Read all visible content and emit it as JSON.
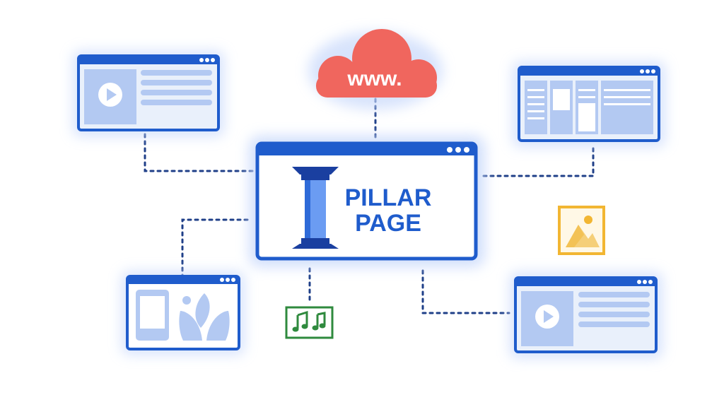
{
  "cloud": {
    "text": "www.",
    "color": "#f0665e"
  },
  "pillar": {
    "line1": "PILLAR",
    "line2": "PAGE"
  },
  "colors": {
    "frame": "#1f5ccc",
    "panel": "#e9f0fb",
    "block": "#b3c9f2",
    "glow": "#c7d8fb",
    "connector": "#1f3f88",
    "pillarDark": "#1a3fa0",
    "pillarMid": "#2e6ad8",
    "pillarLight": "#6b9cf2",
    "music": "#2f8a3e",
    "imageIcon": "#f2b632"
  },
  "windows": [
    {
      "name": "window-video-top-left",
      "type": "video"
    },
    {
      "name": "window-table-top-right",
      "type": "table"
    },
    {
      "name": "window-mobile-bottom-left",
      "type": "mobile-image"
    },
    {
      "name": "window-video-bottom-right",
      "type": "video"
    }
  ],
  "icons": [
    "play-icon",
    "music-notes-icon",
    "image-icon",
    "pillar-icon",
    "cloud-icon"
  ]
}
